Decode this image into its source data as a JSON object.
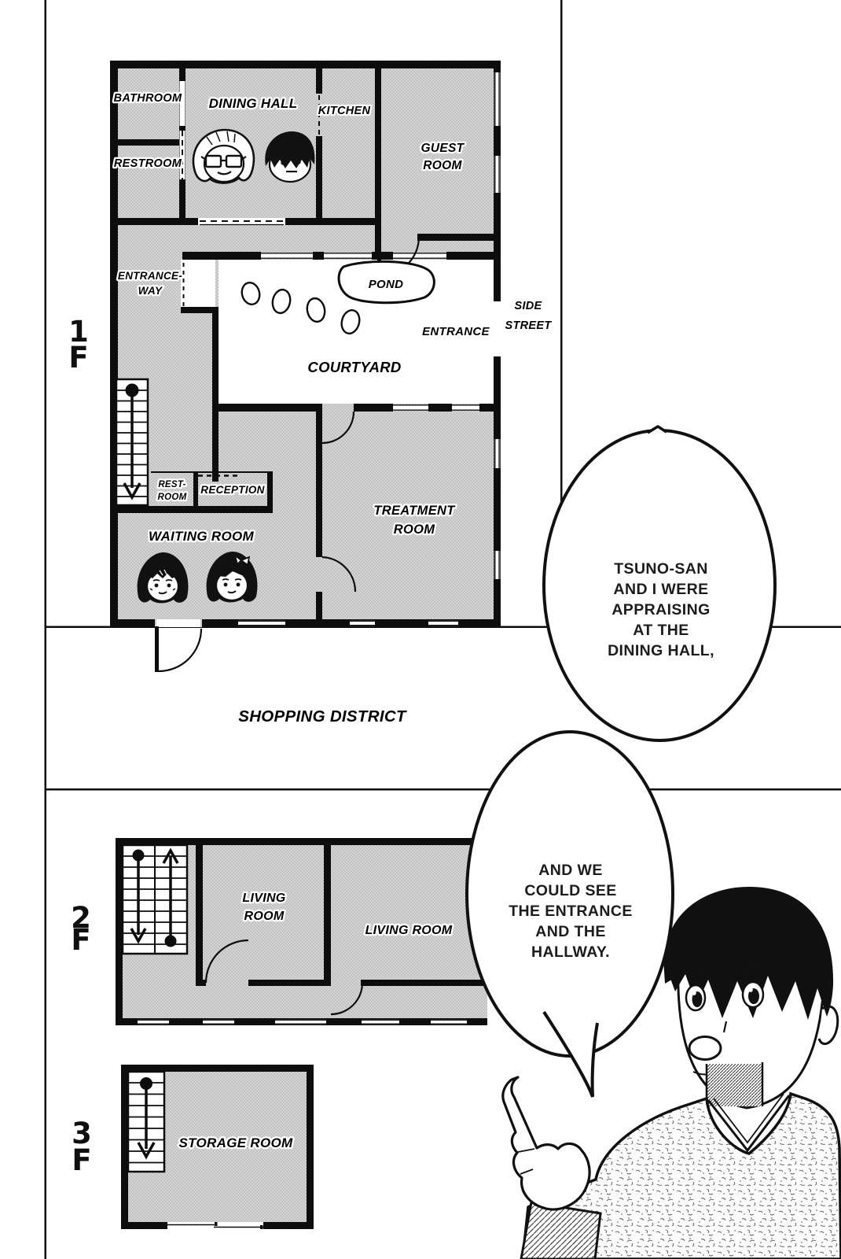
{
  "colors": {
    "ink": "#111111",
    "paper": "#ffffff",
    "floor_fill": "#cccccc"
  },
  "floors": [
    {
      "marker_lines": [
        "1",
        "F"
      ],
      "rooms": {
        "bathroom": "BATHROOM",
        "restroom": "RESTROOM",
        "dining_hall": "DINING HALL",
        "kitchen": "KITCHEN",
        "guest_room": [
          "GUEST",
          "ROOM"
        ],
        "entranceway": [
          "ENTRANCE-",
          "WAY"
        ],
        "pond": "POND",
        "entrance": "ENTRANCE",
        "side_street": [
          "SIDE",
          "STREET"
        ],
        "courtyard": "COURTYARD",
        "rest_room_small": [
          "REST-",
          "ROOM"
        ],
        "reception": "RECEPTION",
        "treatment_room": [
          "TREATMENT",
          "ROOM"
        ],
        "waiting_room": "WAITING ROOM"
      }
    },
    {
      "marker_lines": [
        "2",
        "F"
      ],
      "rooms": {
        "living_room_1": [
          "LIVING",
          "ROOM"
        ],
        "living_room_2": "LIVING ROOM"
      }
    },
    {
      "marker_lines": [
        "3",
        "F"
      ],
      "rooms": {
        "storage_room": "STORAGE ROOM"
      }
    }
  ],
  "outside_label": "SHOPPING DISTRICT",
  "speech_bubbles": [
    {
      "lines": [
        "TSUNO-SAN",
        "AND I WERE",
        "APPRAISING",
        "AT THE",
        "DINING HALL,"
      ]
    },
    {
      "lines": [
        "AND WE",
        "COULD SEE",
        "THE ENTRANCE",
        "AND THE",
        "HALLWAY."
      ]
    }
  ]
}
